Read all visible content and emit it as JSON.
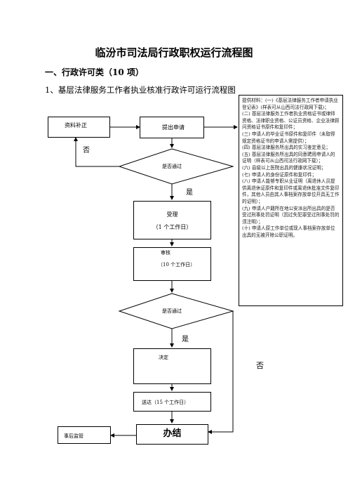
{
  "title": "临汾市司法局行政职权运行流程图",
  "section": "一、行政许可类（10 项）",
  "subtitle": "1、基层法律服务工作者执业核准行政许可运行流程图",
  "nodes": {
    "supplement": "资料补正",
    "apply": "提出申请",
    "check1": "是否通过",
    "accept": "受理",
    "accept_time": "（1 个工作日）",
    "review": "审核",
    "review_time": "（10 个工作日）",
    "check2": "是否通过",
    "decide": "决定",
    "deliver": "送达（15 个工作日）",
    "done": "办结",
    "supervise": "事后监管"
  },
  "labels": {
    "no1": "否",
    "yes1": "是",
    "yes2": "是",
    "no2": "否"
  },
  "materials": [
    "提供材料：(一)《基层法律服务工作者申请执业登记表》(样表可从山西司法行政网下载)；",
    "(二) 基层法律服务工作者执业资格证书或律师资格、法律职业资格、公证员资格、企业法律顾问资格证书原件和复印件；",
    "(三) 申请人的毕业证书原件和复印件（未取得规定资格证书的申请人需提供）；",
    "(四) 基层法律服务所出具的实习鉴定意见；",
    "(五) 基层法律服务所出具的同意聘用申请人的证明（样表可从山西司法行政网下载）；",
    "(六) 县级以上医院出具的健康状况证明；",
    "(七) 申请人的身份证原件和复印件；",
    "(八) 申请人能够专职从业证明（离退休人员提供离退休证原件和复印件或离退休批准文件复印件，其他人员由其人事档案存放单位开具无工作的证明）；",
    "(九) 申请人户籍所在地公安派出所出具的是否受过刑事处罚证明（因过失犯罪受过刑事处罚的须注明）；",
    "(十) 申请人原工作单位或现人事档案存放单位出具的无被开除公职证明。"
  ]
}
